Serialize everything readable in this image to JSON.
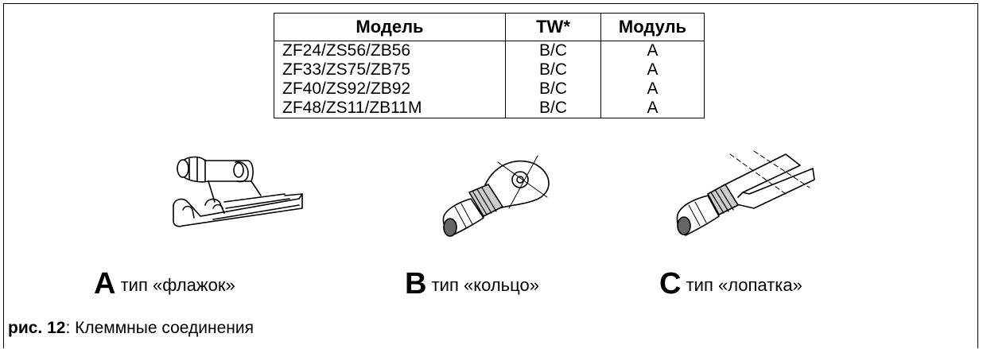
{
  "table": {
    "headers": [
      "Модель",
      "TW*",
      "Модуль"
    ],
    "rows": [
      [
        "ZF24/ZS56/ZB56",
        "B/C",
        "A"
      ],
      [
        "ZF33/ZS75/ZB75",
        "B/C",
        "A"
      ],
      [
        "ZF40/ZS92/ZB92",
        "B/C",
        "A"
      ],
      [
        "ZF48/ZS11/ZB11M",
        "B/C",
        "A"
      ]
    ]
  },
  "terminals": [
    {
      "letter": "A",
      "label": "тип «флажок»",
      "icon": "flag-terminal-icon"
    },
    {
      "letter": "B",
      "label": "тип «кольцо»",
      "icon": "ring-terminal-icon"
    },
    {
      "letter": "C",
      "label": "тип «лопатка»",
      "icon": "spade-terminal-icon"
    }
  ],
  "figure": {
    "number": "рис. 12",
    "separator": ": ",
    "title": "Клеммные соединения"
  }
}
